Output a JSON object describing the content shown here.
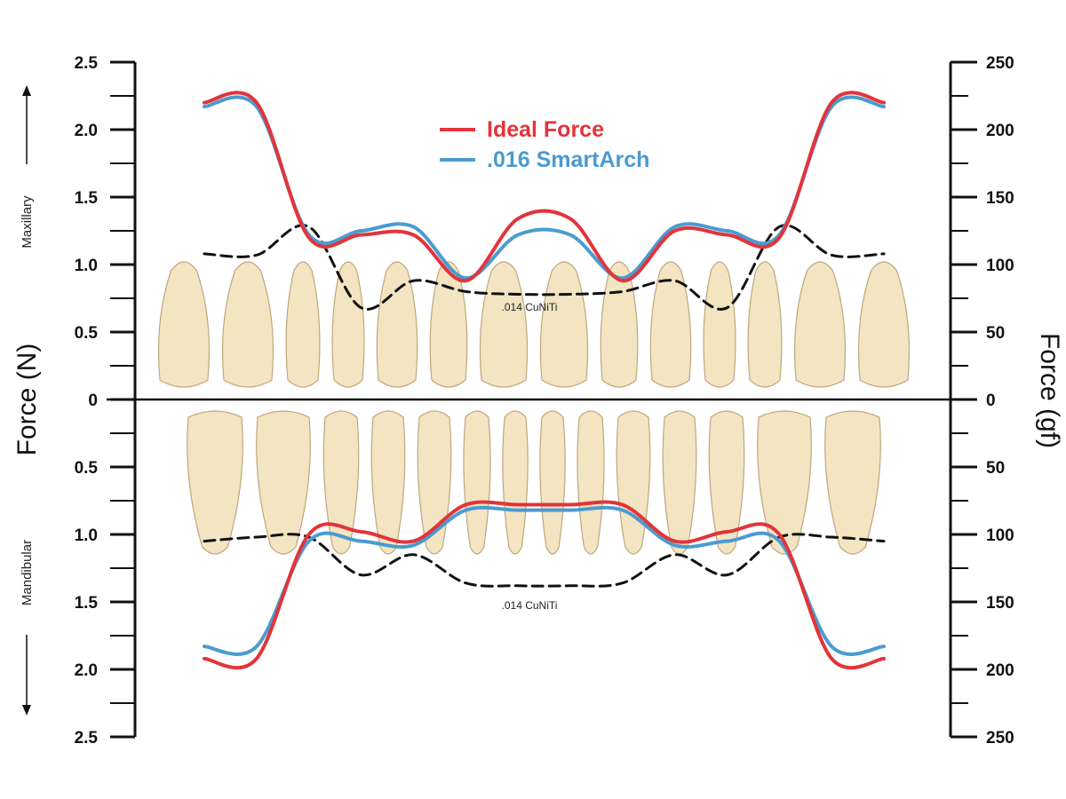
{
  "chart_data": {
    "type": "line",
    "left_axis": {
      "title": "Force (N)",
      "range": [
        -2.5,
        2.5
      ],
      "tick_labels_upper": [
        "2.5",
        "2.0",
        "1.5",
        "1.0",
        "0.5"
      ],
      "tick_labels_lower": [
        "0.5",
        "1.0",
        "1.5",
        "2.0",
        "2.5"
      ],
      "zero_label": "0"
    },
    "right_axis": {
      "title": "Force (gf)",
      "range": [
        -250,
        250
      ],
      "tick_labels_upper": [
        "250",
        "200",
        "150",
        "100",
        "50"
      ],
      "tick_labels_lower": [
        "50",
        "100",
        "150",
        "200",
        "250"
      ],
      "zero_label": "0"
    },
    "regions": {
      "upper": "Maxillary",
      "lower": "Mandibular"
    },
    "legend": {
      "placement": "top-center",
      "entries": [
        {
          "label": "Ideal Force",
          "color": "#e2343a"
        },
        {
          "label": ".016 SmartArch",
          "color": "#4a9bd0"
        }
      ]
    },
    "reference_label_upper": ".014 CuNiTi",
    "reference_label_lower": ".014 CuNiTi",
    "x_positions": [
      1,
      2,
      3,
      4,
      5,
      6,
      7,
      8,
      9,
      10,
      11,
      12,
      13,
      14
    ],
    "series": [
      {
        "name": "Ideal Force",
        "color": "#e2343a",
        "maxillary": [
          2.2,
          2.2,
          1.2,
          1.22,
          1.22,
          0.88,
          1.34,
          1.34,
          0.88,
          1.25,
          1.22,
          1.2,
          2.2,
          2.2
        ],
        "mandibular": [
          1.92,
          1.92,
          1.0,
          0.98,
          1.05,
          0.78,
          0.78,
          0.78,
          0.78,
          1.05,
          0.98,
          1.0,
          1.92,
          1.92
        ]
      },
      {
        "name": ".016 SmartArch",
        "color": "#4a9bd0",
        "maxillary": [
          2.17,
          2.17,
          1.22,
          1.25,
          1.28,
          0.9,
          1.22,
          1.22,
          0.9,
          1.28,
          1.25,
          1.22,
          2.17,
          2.17
        ],
        "mandibular": [
          1.83,
          1.83,
          1.05,
          1.05,
          1.08,
          0.82,
          0.82,
          0.82,
          0.82,
          1.08,
          1.05,
          1.05,
          1.83,
          1.83
        ]
      },
      {
        "name": ".014 CuNiTi",
        "color": "#111111",
        "maxillary": [
          1.08,
          1.07,
          1.28,
          0.68,
          0.88,
          0.8,
          0.78,
          0.78,
          0.8,
          0.88,
          0.68,
          1.28,
          1.07,
          1.08
        ],
        "mandibular": [
          1.05,
          1.02,
          1.02,
          1.3,
          1.15,
          1.36,
          1.38,
          1.38,
          1.36,
          1.15,
          1.3,
          1.02,
          1.02,
          1.05
        ]
      }
    ]
  }
}
